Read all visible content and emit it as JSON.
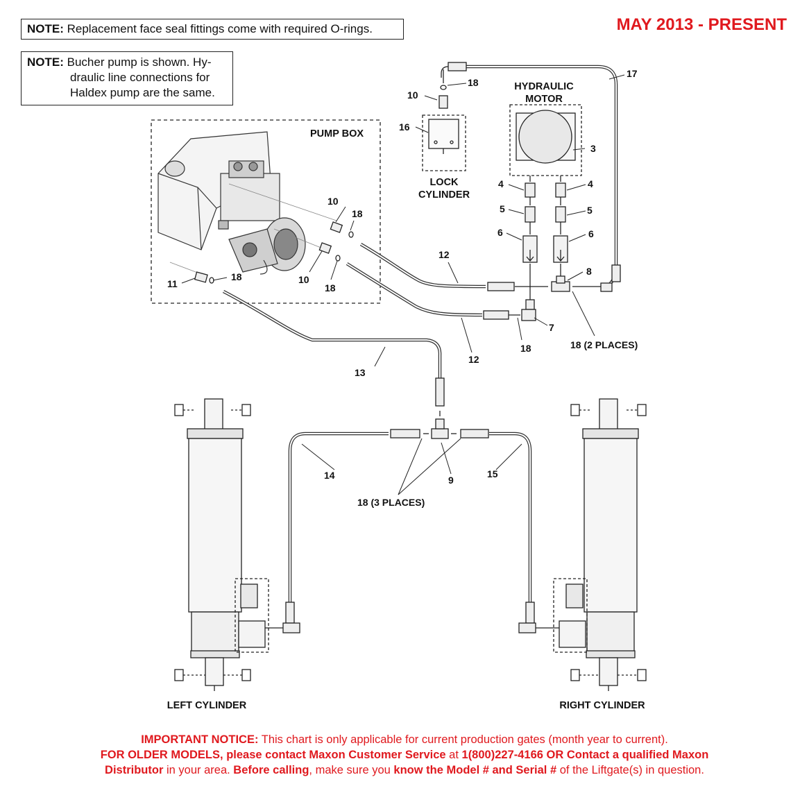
{
  "notes": {
    "note1": {
      "label": "NOTE:",
      "text": "Replacement face seal fittings come with required O-rings."
    },
    "note2": {
      "label": "NOTE:",
      "line1": "Bucher pump is shown. Hy-",
      "line2": "draulic line connections for",
      "line3": "Haldex pump are the same."
    }
  },
  "header": {
    "date_range": "MAY 2013 - PRESENT",
    "accent_color": "#e0191e"
  },
  "groups": {
    "pump_box": "PUMP BOX",
    "hydraulic_motor_line1": "HYDRAULIC",
    "hydraulic_motor_line2": "MOTOR",
    "lock_cylinder_line1": "LOCK",
    "lock_cylinder_line2": "CYLINDER",
    "left_cylinder": "LEFT CYLINDER",
    "right_cylinder": "RIGHT CYLINDER"
  },
  "callouts": {
    "c3": "3",
    "c4a": "4",
    "c4b": "4",
    "c5a": "5",
    "c5b": "5",
    "c6a": "6",
    "c6b": "6",
    "c7": "7",
    "c8": "8",
    "c9": "9",
    "c10a": "10",
    "c10b": "10",
    "c10c": "10",
    "c11": "11",
    "c12a": "12",
    "c12b": "12",
    "c13": "13",
    "c14": "14",
    "c15": "15",
    "c16": "16",
    "c17": "17",
    "c18a": "18",
    "c18b": "18",
    "c18c": "18",
    "c18d": "18",
    "c18e": "18",
    "c18_2": "18 (2 PLACES)",
    "c18_3": "18 (3 PLACES)"
  },
  "footer": {
    "l1_bold": "IMPORTANT NOTICE:",
    "l1_text": "This chart is only applicable for current production gates (month year to current).",
    "l2_bold1": "FOR OLDER MODELS, please contact Maxon Customer Service",
    "l2_text1": "at",
    "l2_bold2": "1(800)227-4166 OR Contact a qualified Maxon",
    "l3_bold1": "Distributor",
    "l3_text1": "in your area.",
    "l3_bold2": "Before calling",
    "l3_text2": ", make sure you",
    "l3_bold3": "know the Model # and Serial #",
    "l3_text3": "of the Liftgate(s) in question."
  }
}
